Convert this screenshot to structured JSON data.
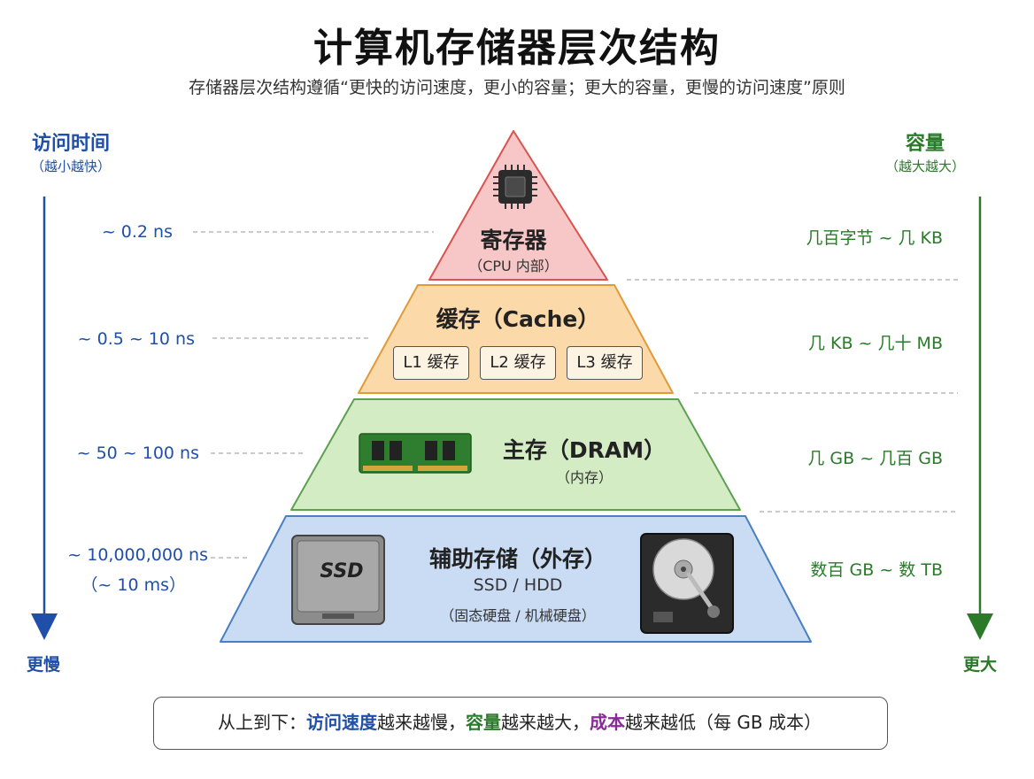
{
  "header": {
    "title": "计算机存储器层次结构",
    "subtitle": "存储器层次结构遵循“更快的访问速度，更小的容量；更大的容量，更慢的访问速度”原则"
  },
  "left_axis": {
    "title": "访问时间",
    "subtitle": "（越小越快）",
    "end_label": "更慢",
    "color": "#1f4fa8"
  },
  "right_axis": {
    "title": "容量",
    "subtitle": "（越大越大）",
    "end_label": "更大",
    "color": "#2a7a2a"
  },
  "levels": [
    {
      "title": "寄存器",
      "subtitle": "（CPU 内部）",
      "access_time": "~ 0.2 ns",
      "capacity": "几百字节 ~ 几 KB",
      "fill": "#f7c6c6",
      "icon": "cpu-chip-icon"
    },
    {
      "title": "缓存（Cache）",
      "access_time": "~ 0.5 ~ 10 ns",
      "capacity": "几 KB ~ 几十 MB",
      "fill": "#fbd9a8",
      "boxes": [
        "L1 缓存",
        "L2 缓存",
        "L3 缓存"
      ]
    },
    {
      "title": "主存（DRAM）",
      "subtitle": "（内存）",
      "access_time": "~ 50 ~ 100 ns",
      "capacity": "几 GB ~ 几百 GB",
      "fill": "#d3ecc4",
      "icon": "ram-module-icon"
    },
    {
      "title": "辅助存储（外存）",
      "subtitle": "SSD / HDD",
      "subtitle2": "（固态硬盘 / 机械硬盘）",
      "access_time": "~ 10,000,000 ns",
      "access_time2": "（~ 10 ms）",
      "capacity": "数百 GB ~ 数 TB",
      "fill": "#c9dcf3",
      "icons": [
        "ssd-icon",
        "hdd-icon"
      ],
      "ssd_label": "SSD"
    }
  ],
  "summary": {
    "prefix": "从上到下：",
    "speed": "访问速度",
    "speed_tail": "越来越慢，",
    "capacity": "容量",
    "capacity_tail": "越来越大，",
    "cost": "成本",
    "cost_tail": "越来越低（每 GB 成本）",
    "cost_color": "#8a2a9a"
  }
}
